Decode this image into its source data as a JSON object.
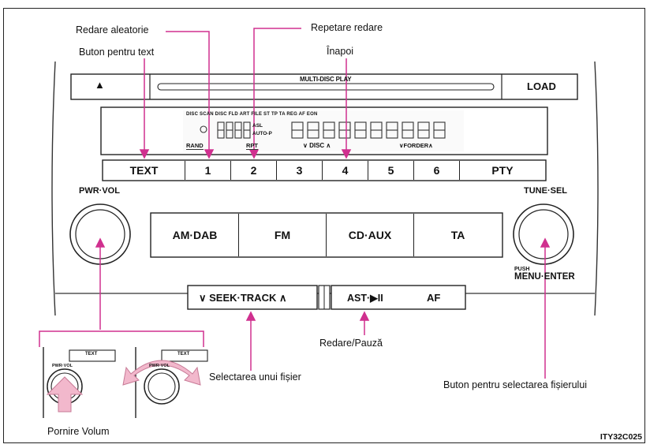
{
  "callouts": {
    "random_play": "Redare aleatorie",
    "repeat_play": "Repetare redare",
    "text_button": "Buton pentru text",
    "back": "Înapoi",
    "play_pause": "Redare/Pauză",
    "file_select": "Selectarea unui fișier",
    "file_select_button": "Buton pentru selectarea fișierului",
    "power_volume": "Pornire Volum"
  },
  "unit": {
    "eject_symbol": "▲",
    "slot_label": "MULTI-DISC PLAY",
    "load": "LOAD",
    "display": {
      "top_row": "DISC  SCAN  DISC  FLD  ART  FILE  ST  TP  TA  REG  AF  EON",
      "asl": "ASL",
      "auto": "AUTO-P",
      "rand": "RAND",
      "rpt": "RPT",
      "disc_nav": "∨ DISC ∧",
      "folder_nav": "∨FORDER∧"
    },
    "preset_buttons": [
      "TEXT",
      "1",
      "2",
      "3",
      "4",
      "5",
      "6",
      "PTY"
    ],
    "band_buttons": [
      "AM·DAB",
      "FM",
      "CD·AUX",
      "TA"
    ],
    "pwr_vol": "PWR·VOL",
    "tune_sel": "TUNE·SEL",
    "push": "PUSH",
    "menu_enter": "MENU·ENTER",
    "seek_track": "∨  SEEK·TRACK  ∧",
    "ast": "AST·▶II",
    "af": "AF"
  },
  "insets": {
    "text_label": "TEXT",
    "pwr_label": "PWR·VOL"
  },
  "figure_code": "ITY32C025"
}
